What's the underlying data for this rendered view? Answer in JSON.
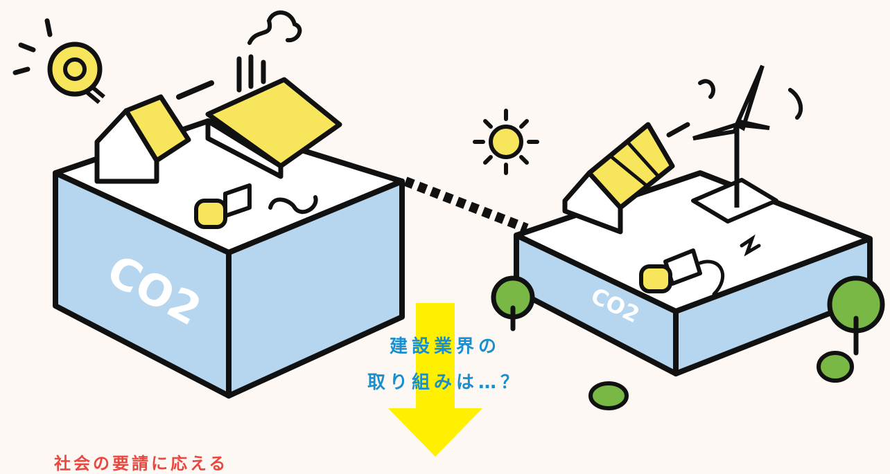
{
  "left_block_label": "CO2",
  "right_block_label": "CO2",
  "caption": {
    "line1": "建設業界の",
    "line2": "取り組みは…？"
  },
  "footer_text": "社会の要請に応える",
  "colors": {
    "background": "#fdf8f3",
    "block_side": "#b5d6ee",
    "accent_yellow": "#f7e55c",
    "arrow_yellow": "#fff000",
    "tree_green": "#79b845",
    "caption_blue": "#1a8fd0",
    "footer_red": "#e8483f"
  }
}
